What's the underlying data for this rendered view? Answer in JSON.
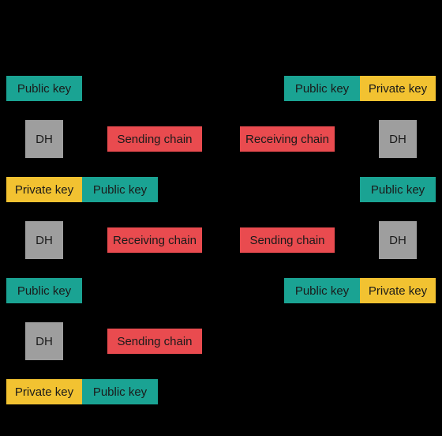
{
  "labels": {
    "public_key": "Public key",
    "private_key": "Private key",
    "dh": "DH",
    "sending_chain": "Sending chain",
    "receiving_chain": "Receiving chain"
  },
  "colors": {
    "background": "#000000",
    "public_key": "#1aa393",
    "private_key": "#f2c231",
    "dh": "#9e9e9e",
    "chain": "#e94b4f"
  }
}
